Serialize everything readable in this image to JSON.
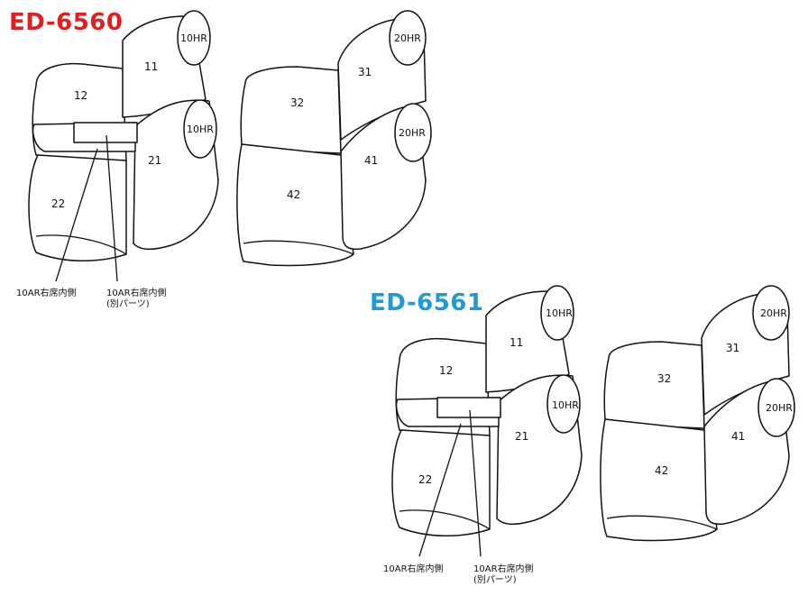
{
  "diagrams": [
    {
      "model": "ED-6560",
      "color": "#e02020",
      "parts": {
        "p11": "11",
        "p12": "12",
        "p21": "21",
        "p22": "22",
        "p31": "31",
        "p32": "32",
        "p41": "41",
        "p42": "42",
        "hr1a": "10HR",
        "hr1b": "10HR",
        "hr2a": "20HR",
        "hr2b": "20HR"
      },
      "callouts": {
        "inner": "10AR右席内側",
        "separate_line1": "10AR右席内側",
        "separate_line2": "(別パーツ)"
      }
    },
    {
      "model": "ED-6561",
      "color": "#1e9bd7",
      "parts": {
        "p11": "11",
        "p12": "12",
        "p21": "21",
        "p22": "22",
        "p31": "31",
        "p32": "32",
        "p41": "41",
        "p42": "42",
        "hr1a": "10HR",
        "hr1b": "10HR",
        "hr2a": "20HR",
        "hr2b": "20HR"
      },
      "callouts": {
        "inner": "10AR右席内側",
        "separate_line1": "10AR右席内側",
        "separate_line2": "(別パーツ)"
      }
    }
  ]
}
